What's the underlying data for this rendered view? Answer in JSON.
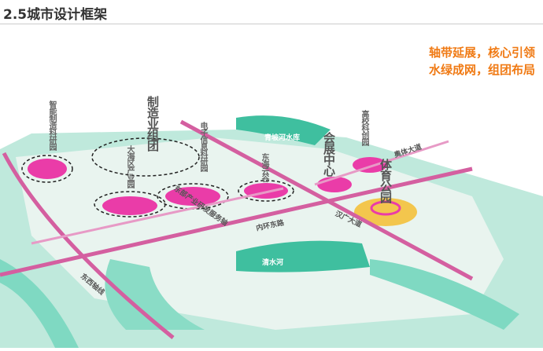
{
  "title": "2.5城市设计框架",
  "slogan": [
    "轴带延展，核心引领",
    "水绿成网，组团布局"
  ],
  "labels": {
    "zhineng": "智能制造科研园",
    "zhizao": "制造业组团",
    "dahai": "大海区产业园",
    "dianzi": "电子信息科研园",
    "donghai": "东海云谷",
    "huizhan": "会展中心",
    "gaoxiao": "高校科创园",
    "tiyu": "体育公园",
    "reservoir": "青坡河水库",
    "aoti": "奥体大道",
    "hanguang": "汉广大道",
    "neihuan": "内环东路",
    "chanye": "东部产业研发服务轴",
    "dongxi": "东西轴线",
    "river": "清水河"
  },
  "colors": {
    "axis": "#d45fa0",
    "water": "#5fd1b4",
    "core": "#ea3ca8",
    "park": "#f3c64d"
  }
}
